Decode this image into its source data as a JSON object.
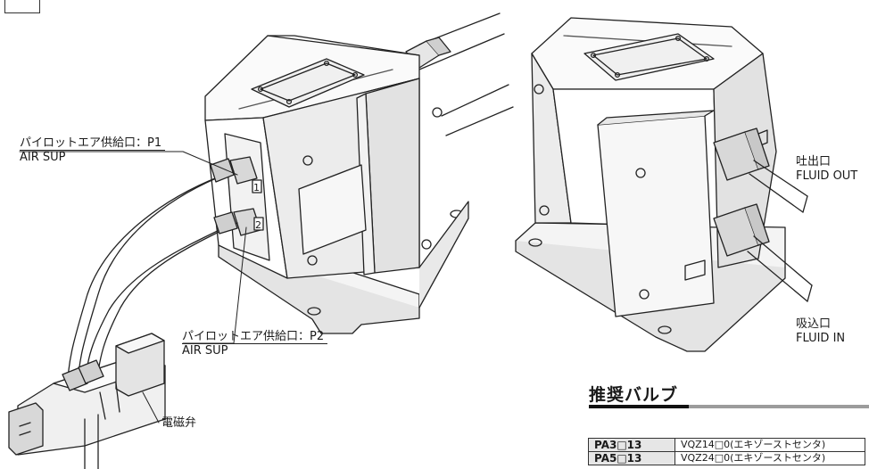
{
  "callouts": {
    "pilot_p1_jp": "パイロットエア供給口：P1",
    "pilot_p1_en": "AIR SUP",
    "pilot_p2_jp": "パイロットエア供給口：P2",
    "pilot_p2_en": "AIR SUP",
    "outlet_jp": "吐出口",
    "outlet_en": "FLUID OUT",
    "inlet_jp": "吸込口",
    "inlet_en": "FLUID IN",
    "solenoid_jp": "電磁弁"
  },
  "port_marks": {
    "p1": "1",
    "p2": "2"
  },
  "section": {
    "title": "推奨バルブ"
  },
  "valve_table": [
    {
      "model": "PA3□13",
      "valve": "VQZ14□0(エキゾーストセンタ)"
    },
    {
      "model": "PA5□13",
      "valve": "VQZ24□0(エキゾーストセンタ)"
    }
  ],
  "colors": {
    "line": "#222222",
    "face_light": "#ffffff",
    "face_shade": "#ececec",
    "face_dark": "#d6d6d6",
    "accent_bar": "#9c9c9c"
  }
}
